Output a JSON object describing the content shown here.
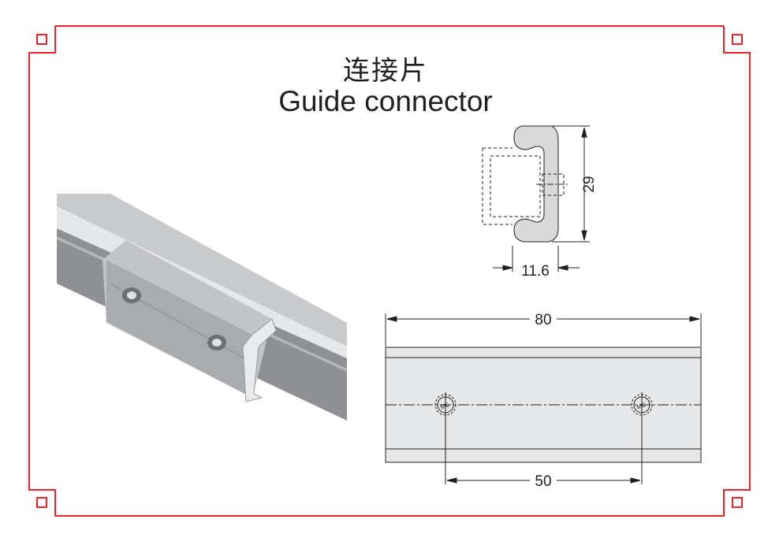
{
  "title": {
    "chinese": "连接片",
    "english": "Guide connector"
  },
  "dimensions": {
    "height": "29",
    "thickness": "11.6",
    "length": "80",
    "hole_spacing": "50",
    "thread": "M6"
  },
  "colors": {
    "frame": "#e8232a",
    "part_fill": "#d9d9d9",
    "line": "#231f20"
  }
}
